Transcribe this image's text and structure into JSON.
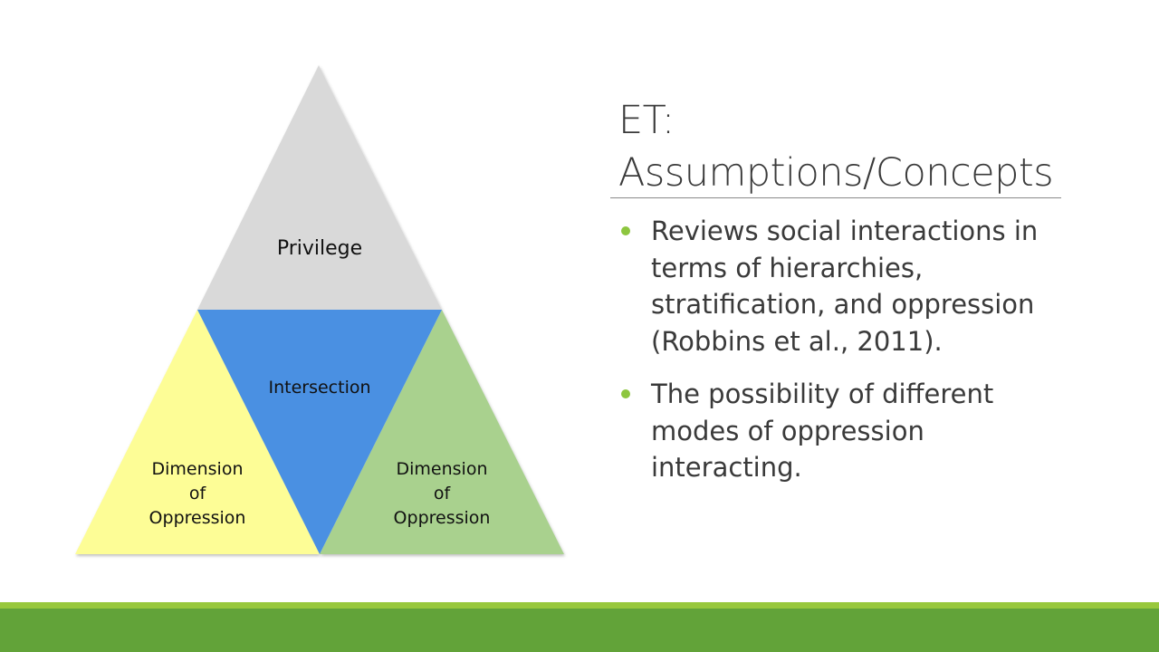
{
  "diagram": {
    "top": {
      "label": "Privilege",
      "color": "#d9d9d9"
    },
    "center": {
      "label": "Intersection",
      "color": "#4a90e2"
    },
    "left": {
      "lines": [
        "Dimension",
        "of",
        "Oppression"
      ],
      "color": "#fdfd96"
    },
    "right": {
      "lines": [
        "Dimension",
        "of",
        "Oppression"
      ],
      "color": "#a9d18e"
    }
  },
  "slide": {
    "title_line1": "ET:",
    "title_line2": "Assumptions/Concepts",
    "bullets": [
      "Reviews social interactions in terms of hierarchies, stratification, and oppression (Robbins et al., 2011).",
      "The possibility of different modes of oppression interacting."
    ],
    "accent_color": "#8dc63f"
  }
}
